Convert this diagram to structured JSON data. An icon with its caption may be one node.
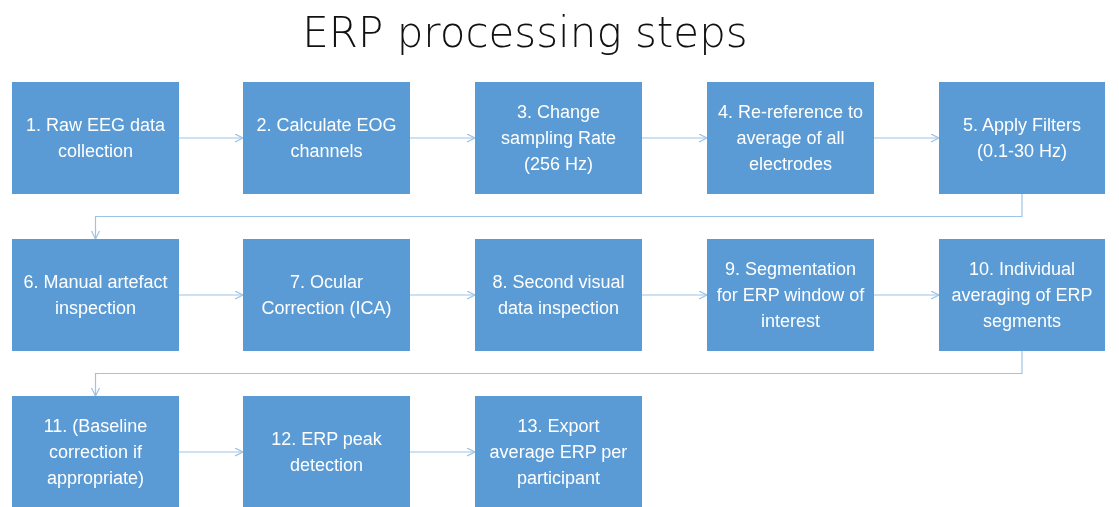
{
  "diagram": {
    "title": "ERP processing steps",
    "nodes": [
      {
        "text": [
          "1. Raw EEG data collection"
        ]
      },
      {
        "text": [
          "2. Calculate EOG channels"
        ]
      },
      {
        "text": [
          "3. Change sampling Rate (256 Hz)"
        ]
      },
      {
        "text": [
          "4. Re-reference to average of all electrodes"
        ]
      },
      {
        "text": [
          "5. Apply Filters (0.1-30 Hz)"
        ]
      },
      {
        "text": [
          "6. Manual artefact inspection"
        ]
      },
      {
        "text": [
          "7. Ocular Correction (ICA)"
        ]
      },
      {
        "text": [
          "8. Second visual data inspection"
        ]
      },
      {
        "text": [
          "9. Segmentation for ERP window of interest"
        ]
      },
      {
        "text": [
          "10. Individual averaging of ERP segments"
        ]
      },
      {
        "text": [
          "11. (Baseline correction if appropriate)"
        ]
      },
      {
        "text": [
          "12. ERP peak detection"
        ]
      },
      {
        "text": [
          "13. Export average ERP per participant"
        ]
      }
    ],
    "edges": [
      {
        "from": 0,
        "to": 1,
        "arrow": "to"
      },
      {
        "from": 1,
        "to": 2,
        "arrow": "to"
      },
      {
        "from": 2,
        "to": 3,
        "arrow": "to"
      },
      {
        "from": 3,
        "to": 4,
        "arrow": "to"
      },
      {
        "from": 4,
        "to": 5,
        "arrow": "to"
      },
      {
        "from": 5,
        "to": 6,
        "arrow": "to"
      },
      {
        "from": 6,
        "to": 7,
        "arrow": "to"
      },
      {
        "from": 7,
        "to": 8,
        "arrow": "to"
      },
      {
        "from": 8,
        "to": 9,
        "arrow": "to"
      },
      {
        "from": 9,
        "to": 10,
        "arrow": "to"
      },
      {
        "from": 10,
        "to": 11,
        "arrow": "to"
      },
      {
        "from": 11,
        "to": 12,
        "arrow": "to"
      }
    ]
  }
}
